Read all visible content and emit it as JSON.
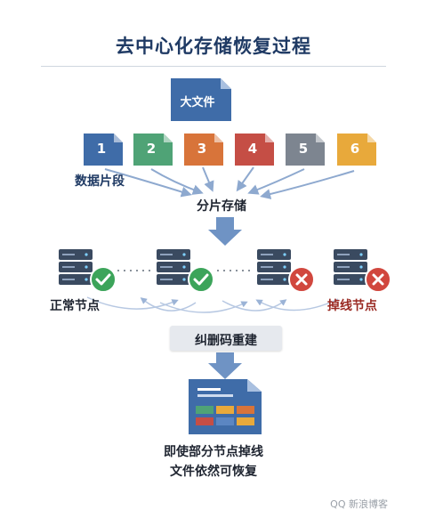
{
  "title": "去中心化存储恢复过程",
  "big_file": {
    "label": "大文件",
    "color": "#3f6ca8"
  },
  "fragments": [
    {
      "label": "1",
      "color": "#3f6ca8"
    },
    {
      "label": "2",
      "color": "#4fa376"
    },
    {
      "label": "3",
      "color": "#d8743a"
    },
    {
      "label": "4",
      "color": "#c54e45"
    },
    {
      "label": "5",
      "color": "#7d8590"
    },
    {
      "label": "6",
      "color": "#e8a93b"
    }
  ],
  "labels": {
    "fragments": "数据片段",
    "shard_storage": "分片存储",
    "normal_nodes": "正常节点",
    "failed_nodes": "掉线节点",
    "recode": "纠删码重建",
    "result_line1": "即使部分节点掉线",
    "result_line2": "文件依然可恢复"
  },
  "nodes": [
    {
      "status": "ok"
    },
    {
      "status": "ok"
    },
    {
      "status": "fail"
    },
    {
      "status": "fail"
    }
  ],
  "colors": {
    "ok": "#3ca45a",
    "fail": "#d1473e",
    "server": "#3a4a60",
    "arrow": "#6f93c4"
  },
  "watermark": "QQ 新浪博客"
}
